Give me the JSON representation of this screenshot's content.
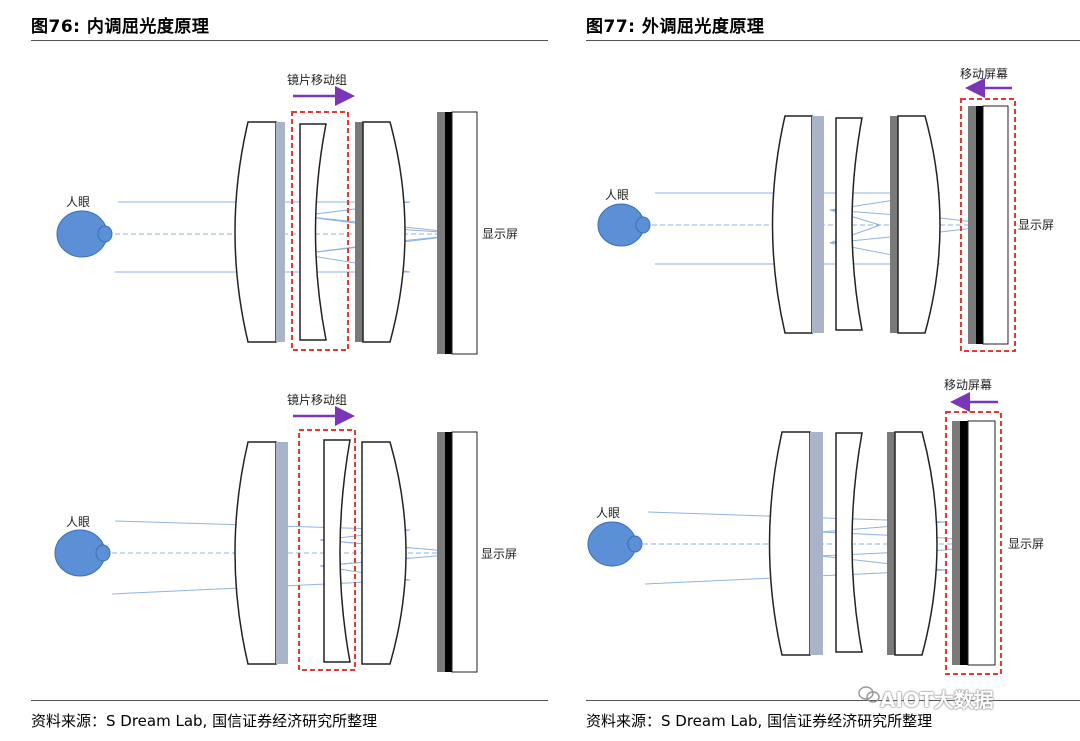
{
  "left_panel": {
    "title": "图76: 内调屈光度原理",
    "source": "资料来源：S Dream Lab, 国信证券经济研究所整理",
    "top_diagram": {
      "moving_label": "镜片移动组",
      "eye_label": "人眼",
      "screen_label": "显示屏"
    },
    "bottom_diagram": {
      "moving_label": "镜片移动组",
      "eye_label": "人眼",
      "screen_label": "显示屏"
    }
  },
  "right_panel": {
    "title": "图77: 外调屈光度原理",
    "source": "资料来源：S Dream Lab, 国信证券经济研究所整理",
    "top_diagram": {
      "moving_label": "移动屏幕",
      "eye_label": "人眼",
      "screen_label": "显示屏"
    },
    "bottom_diagram": {
      "moving_label": "移动屏幕",
      "eye_label": "人眼",
      "screen_label": "显示屏"
    }
  },
  "watermark": "AIOT大数据",
  "colors": {
    "eye": "#5b8fd6",
    "ray": "#8fb3e0",
    "arrow": "#7a35b8",
    "dashed_box": "#e53935",
    "filter": "#a9b4c8",
    "gray_plate": "#7a7a7a",
    "screen": "#000000"
  }
}
